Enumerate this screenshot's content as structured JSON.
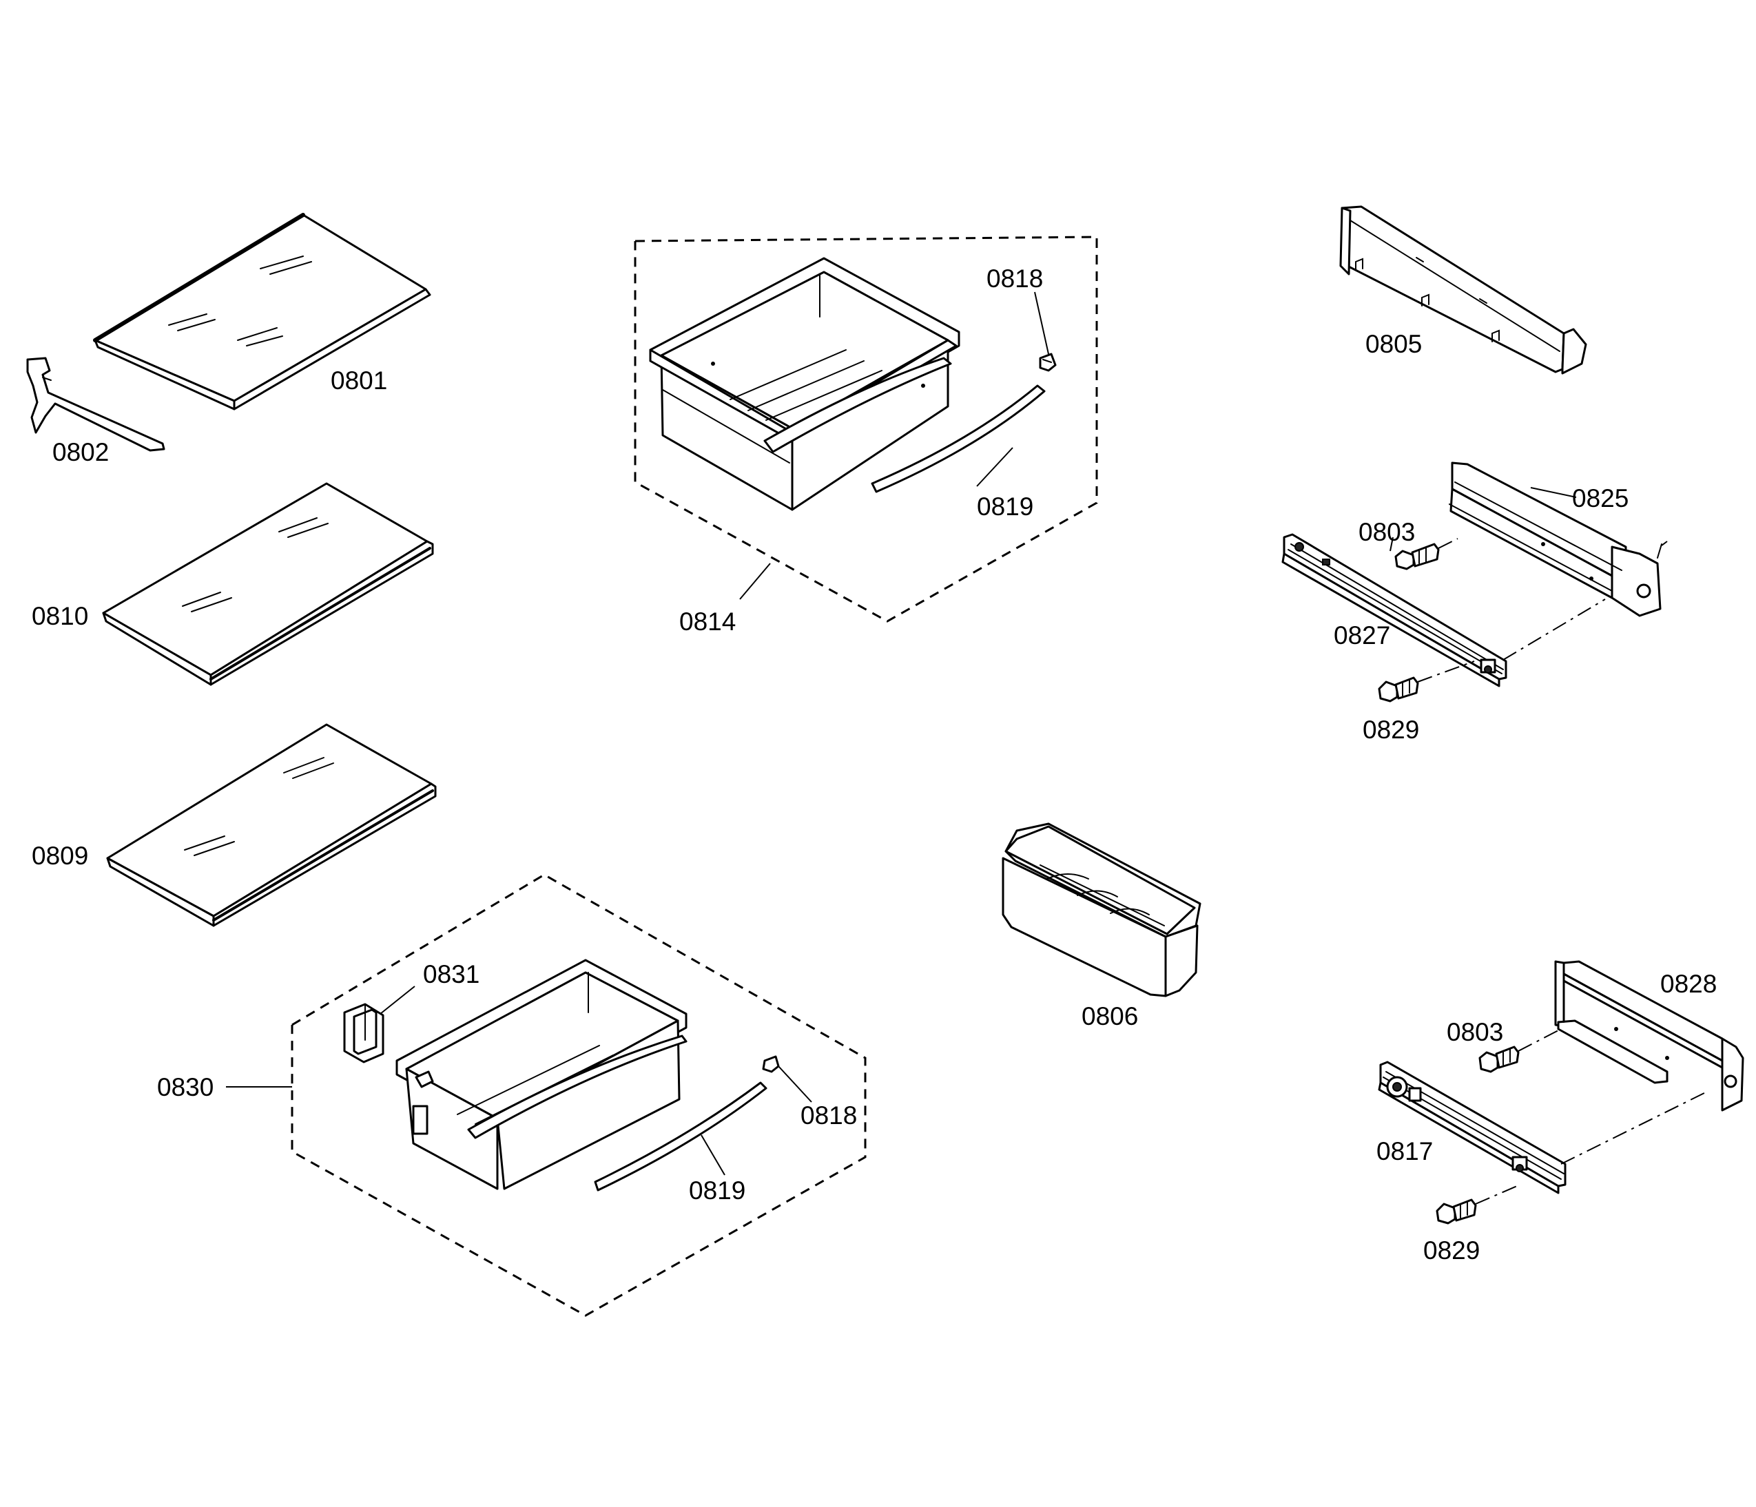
{
  "callouts": {
    "c0801": "0801",
    "c0802": "0802",
    "c0810": "0810",
    "c0809": "0809",
    "c0814": "0814",
    "c0818a": "0818",
    "c0819a": "0819",
    "c0805": "0805",
    "c0825": "0825",
    "c0803a": "0803",
    "c0827": "0827",
    "c0829a": "0829",
    "c0806": "0806",
    "c0828": "0828",
    "c0803b": "0803",
    "c0817": "0817",
    "c0829b": "0829",
    "c0831": "0831",
    "c0830": "0830",
    "c0818b": "0818",
    "c0819b": "0819"
  }
}
